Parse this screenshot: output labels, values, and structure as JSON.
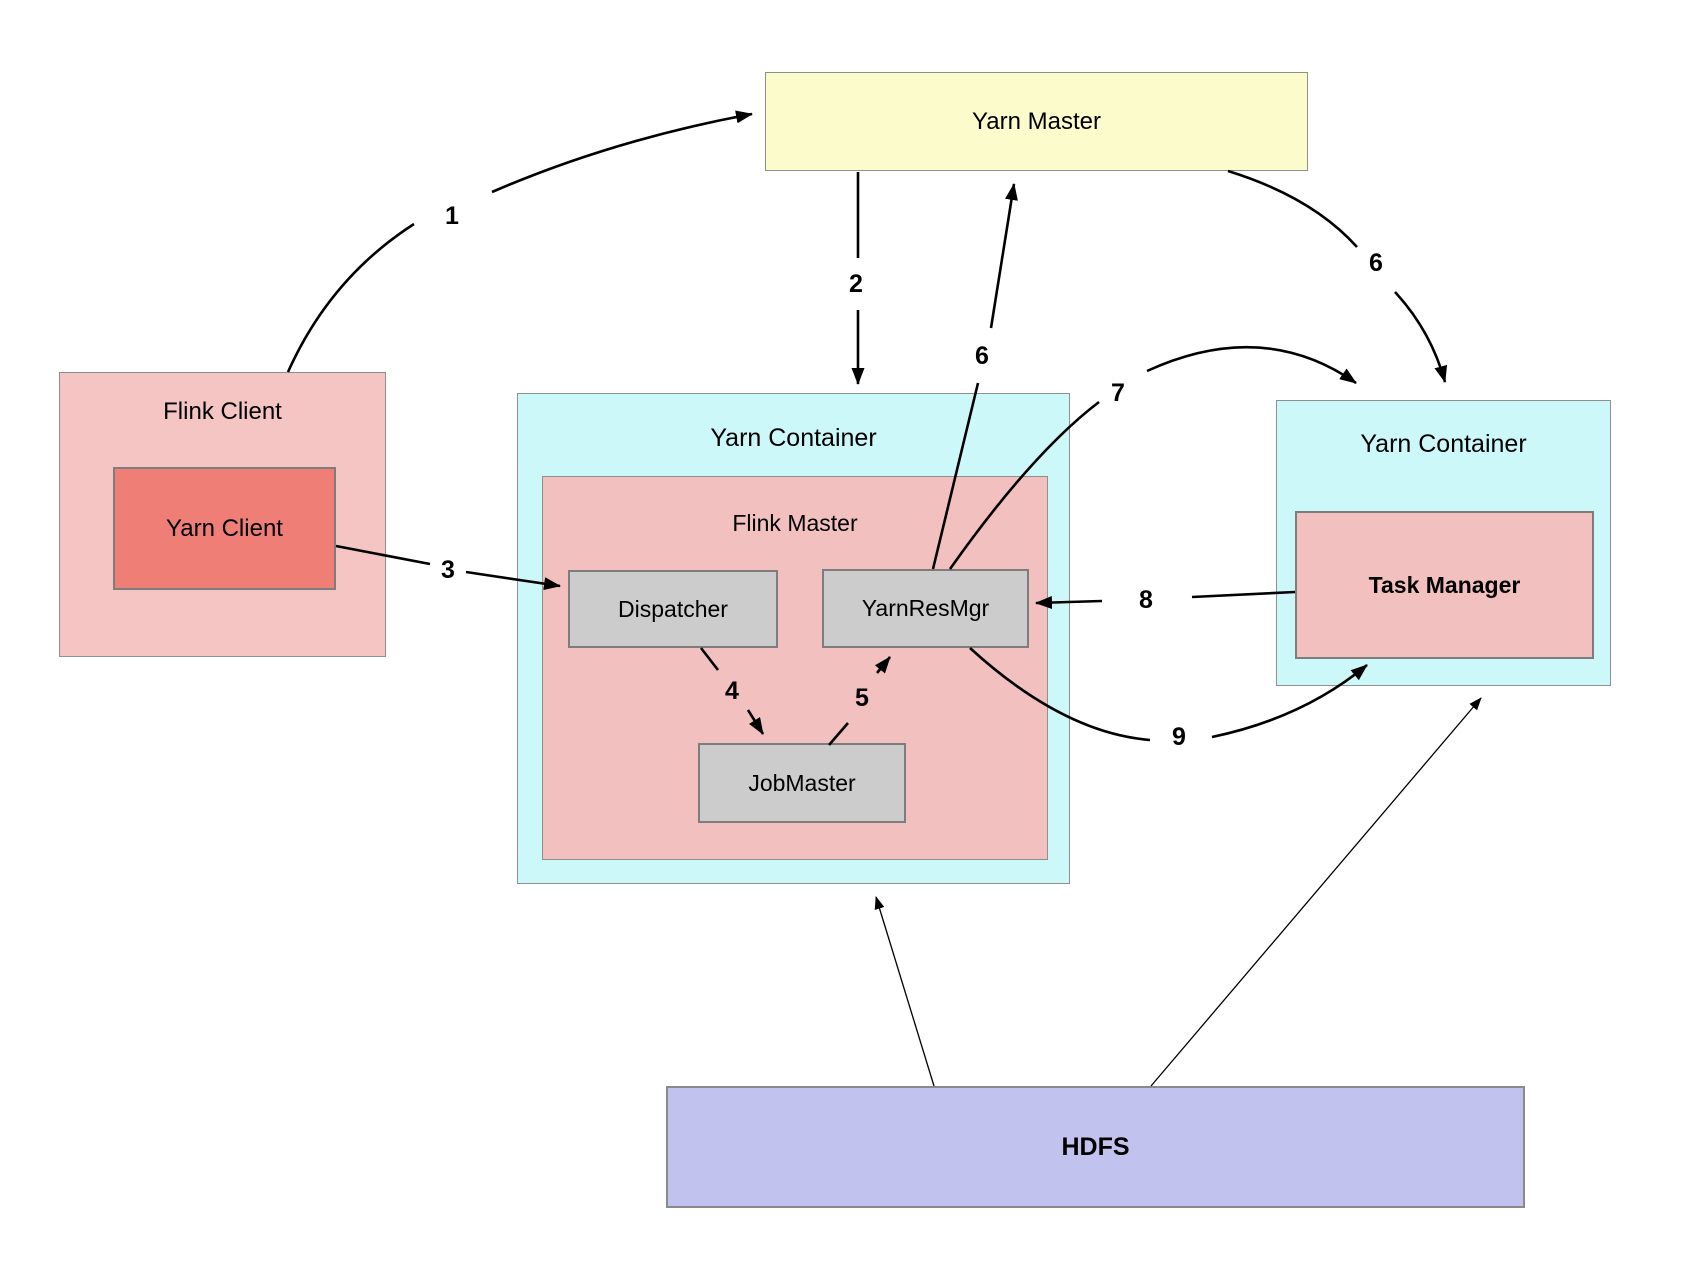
{
  "nodes": {
    "yarn_master": {
      "label": "Yarn Master"
    },
    "flink_client": {
      "label": "Flink Client"
    },
    "yarn_client": {
      "label": "Yarn Client"
    },
    "yarn_container_main": {
      "label": "Yarn Container"
    },
    "flink_master": {
      "label": "Flink Master"
    },
    "dispatcher": {
      "label": "Dispatcher"
    },
    "yarn_res_mgr": {
      "label": "YarnResMgr"
    },
    "job_master": {
      "label": "JobMaster"
    },
    "yarn_container_tm": {
      "label": "Yarn Container"
    },
    "task_manager": {
      "label": "Task Manager"
    },
    "hdfs": {
      "label": "HDFS"
    }
  },
  "edges": [
    {
      "label": "1",
      "from": "Flink Client",
      "to": "Yarn Master"
    },
    {
      "label": "2",
      "from": "Yarn Master",
      "to": "Yarn Container (Flink Master)"
    },
    {
      "label": "3",
      "from": "Yarn Client",
      "to": "Dispatcher"
    },
    {
      "label": "4",
      "from": "Dispatcher",
      "to": "JobMaster"
    },
    {
      "label": "5",
      "from": "JobMaster",
      "to": "YarnResMgr"
    },
    {
      "label": "6",
      "from": "YarnResMgr",
      "to": "Yarn Master"
    },
    {
      "label": "6",
      "from": "Yarn Master",
      "to": "Yarn Container (Task Manager)"
    },
    {
      "label": "7",
      "from": "YarnResMgr",
      "to": "Yarn Container (Task Manager)"
    },
    {
      "label": "8",
      "from": "Task Manager",
      "to": "YarnResMgr"
    },
    {
      "label": "9",
      "from": "YarnResMgr",
      "to": "Task Manager"
    },
    {
      "label": "",
      "from": "HDFS",
      "to": "Yarn Container (Flink Master)"
    },
    {
      "label": "",
      "from": "HDFS",
      "to": "Yarn Container (Task Manager)"
    }
  ],
  "colors": {
    "yarn_master_fill": "#FBFBCB",
    "yarn_container_fill": "#CDF8F9",
    "flink_client_fill": "#F4C5C3",
    "flink_master_fill": "#F3C0C0",
    "task_manager_fill": "#F3C0C0",
    "yarn_client_fill": "#EE7E76",
    "component_fill": "#CCCCCC",
    "hdfs_fill": "#C2C2EF",
    "border": "#8F8F8F",
    "arrow": "#000000"
  }
}
